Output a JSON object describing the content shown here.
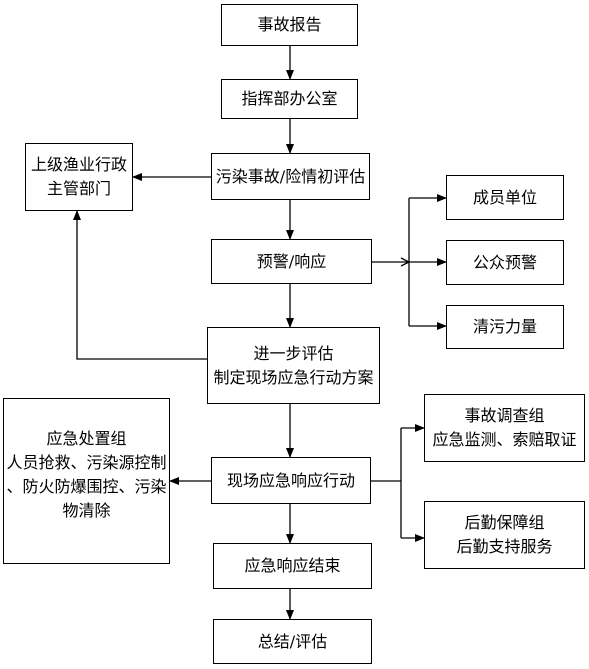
{
  "boxes": {
    "report": "事故报告",
    "command": "指挥部办公室",
    "assess": "污染事故/险情初评估",
    "warning": "预警/响应",
    "further": {
      "line1": "进一步评估",
      "line2": "制定现场应急行动方案"
    },
    "action": "现场应急响应行动",
    "end": "应急响应结束",
    "summary": "总结/评估",
    "superior": {
      "line1": "上级渔业行政",
      "line2": "主管部门"
    },
    "members": "成员单位",
    "public": "公众预警",
    "cleanup": "清污力量",
    "investigation": {
      "line1": "事故调查组",
      "line2": "应急监测、索赔取证"
    },
    "logistics": {
      "line1": "后勤保障组",
      "line2": "后勤支持服务"
    },
    "disposal": {
      "line1": "应急处置组",
      "line2": "人员抢救、污染源控制",
      "line3": "、防火防爆围控、污染",
      "line4": "物清除"
    }
  }
}
